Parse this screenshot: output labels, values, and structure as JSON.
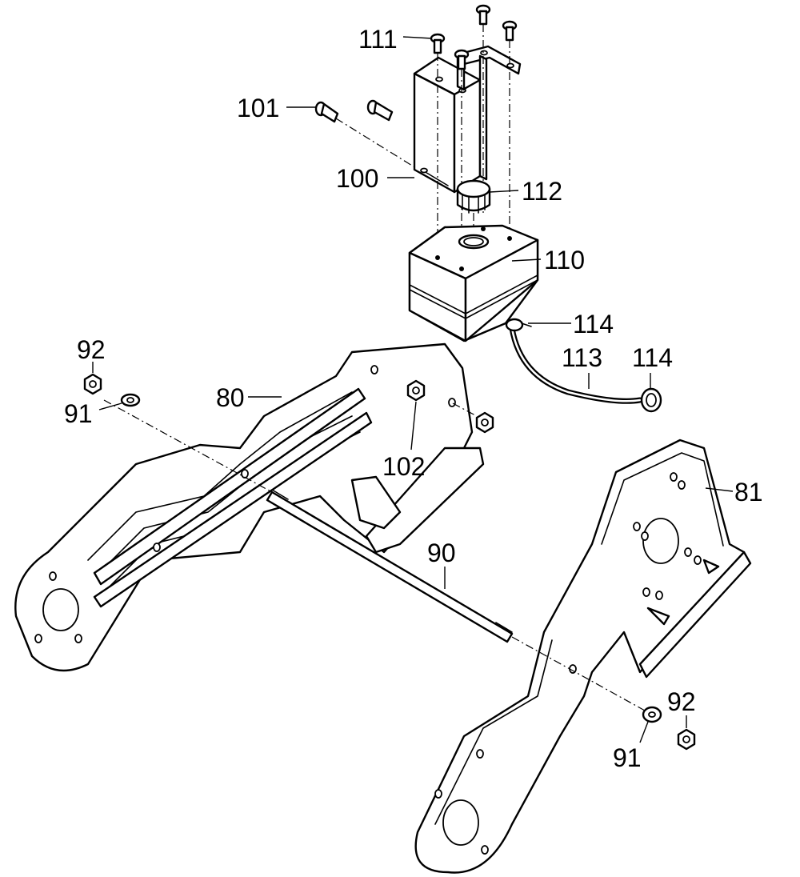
{
  "labels": {
    "p111": "111",
    "p101": "101",
    "p100": "100",
    "p112": "112",
    "p110": "110",
    "p114a": "114",
    "p113": "113",
    "p114b": "114",
    "p92a": "92",
    "p91a": "91",
    "p80": "80",
    "p102": "102",
    "p81": "81",
    "p90": "90",
    "p92b": "92",
    "p91b": "91"
  }
}
